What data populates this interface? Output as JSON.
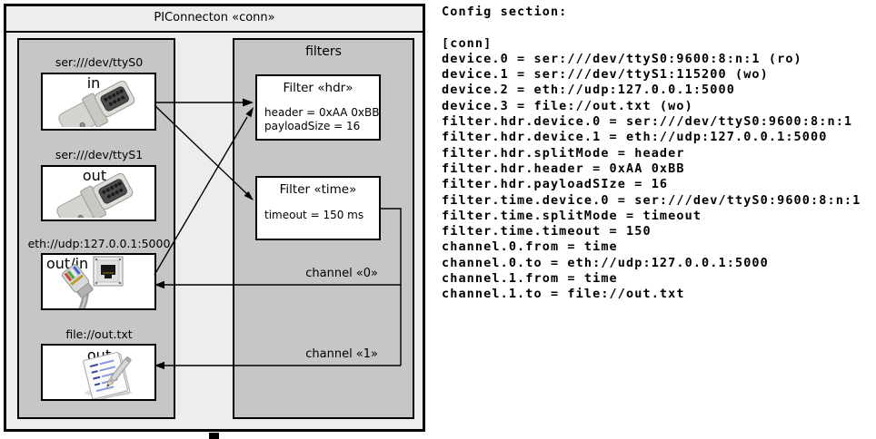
{
  "diagram": {
    "title": "PIConnecton «conn»",
    "devices": [
      {
        "label": "ser:///dev/ttyS0",
        "port": "in",
        "icon": "serial-connector-photo"
      },
      {
        "label": "ser:///dev/ttyS1",
        "port": "out",
        "icon": "serial-connector-photo"
      },
      {
        "label": "eth://udp:127.0.0.1:5000",
        "port": "out/in",
        "icon": "ethernet-plug-photo"
      },
      {
        "label": "file://out.txt",
        "port": "out",
        "icon": "notepad-pencil-icon"
      }
    ],
    "filters_panel": {
      "title": "filters",
      "filters": [
        {
          "title": "Filter «hdr»",
          "lines": [
            "header = 0xAA 0xBB",
            "payloadSize = 16"
          ]
        },
        {
          "title": "Filter «time»",
          "lines": [
            "timeout = 150 ms"
          ]
        }
      ]
    },
    "channels": [
      {
        "label": "channel «0»"
      },
      {
        "label": "channel «1»"
      }
    ],
    "colors": {
      "outer_background": "#ededed",
      "panel_gray": "#c6c6c6",
      "box_white": "#ffffff",
      "line_black": "#000000"
    }
  },
  "config": {
    "title": "Config section:",
    "lines": [
      "[conn]",
      "device.0 = ser:///dev/ttyS0:9600:8:n:1 (ro)",
      "device.1 = ser:///dev/ttyS1:115200 (wo)",
      "device.2 = eth://udp:127.0.0.1:5000",
      "device.3 = file://out.txt (wo)",
      "filter.hdr.device.0 = ser:///dev/ttyS0:9600:8:n:1",
      "filter.hdr.device.1 = eth://udp:127.0.0.1:5000",
      "filter.hdr.splitMode = header",
      "filter.hdr.header = 0xAA 0xBB",
      "filter.hdr.payloadSIze = 16",
      "filter.time.device.0 = ser:///dev/ttyS0:9600:8:n:1",
      "filter.time.splitMode = timeout",
      "filter.time.timeout = 150",
      "channel.0.from = time",
      "channel.0.to = eth://udp:127.0.0.1:5000",
      "channel.1.from = time",
      "channel.1.to = file://out.txt"
    ]
  }
}
